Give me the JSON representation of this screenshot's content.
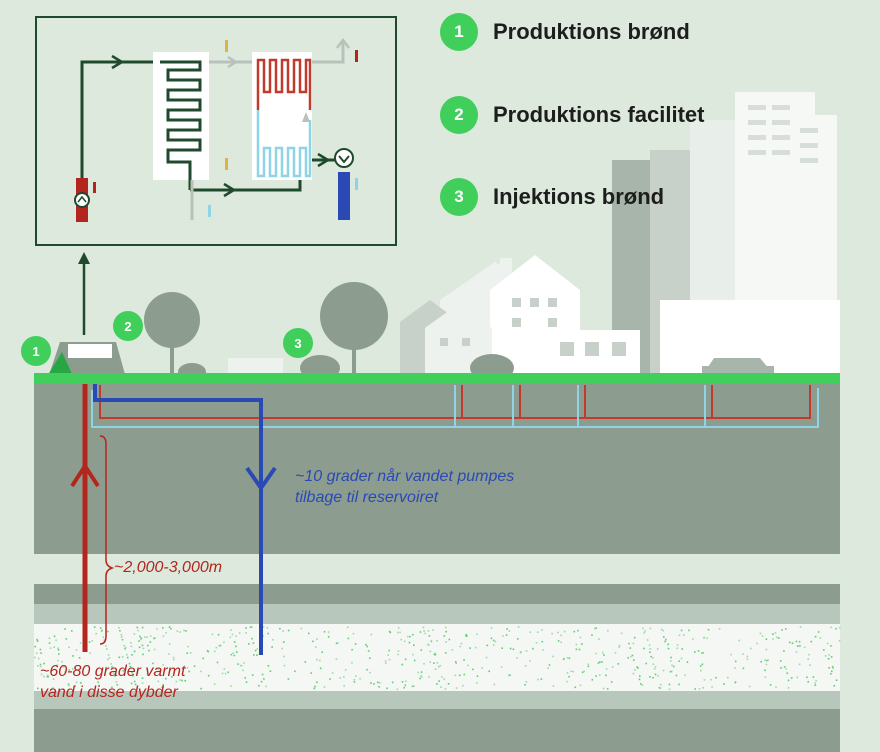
{
  "legend": [
    {
      "number": "1",
      "label": "Produktions brønd"
    },
    {
      "number": "2",
      "label": "Produktions facilitet"
    },
    {
      "number": "3",
      "label": "Injektions brønd"
    }
  ],
  "annotations": {
    "return_temp": {
      "line1": "~10 grader når vandet pumpes",
      "line2": "tilbage til reservoiret"
    },
    "depth": "~2,000-3,000m",
    "reservoir_temp": {
      "line1": "~60-80 grader varmt",
      "line2": "vand i disse dybder"
    }
  },
  "markers": {
    "well_production": "1",
    "facility": "2",
    "well_injection": "3"
  },
  "colors": {
    "background": "#dce9dc",
    "ground_surface": "#3fcf5a",
    "hot_water": "#b3261e",
    "cold_water": "#2a49b5",
    "rock": "#8c9d8f",
    "badge": "#3fcf5a"
  },
  "icons": [
    "heat-exchanger-icon",
    "radiator-icon",
    "pump-icon",
    "thermometer-icon"
  ]
}
